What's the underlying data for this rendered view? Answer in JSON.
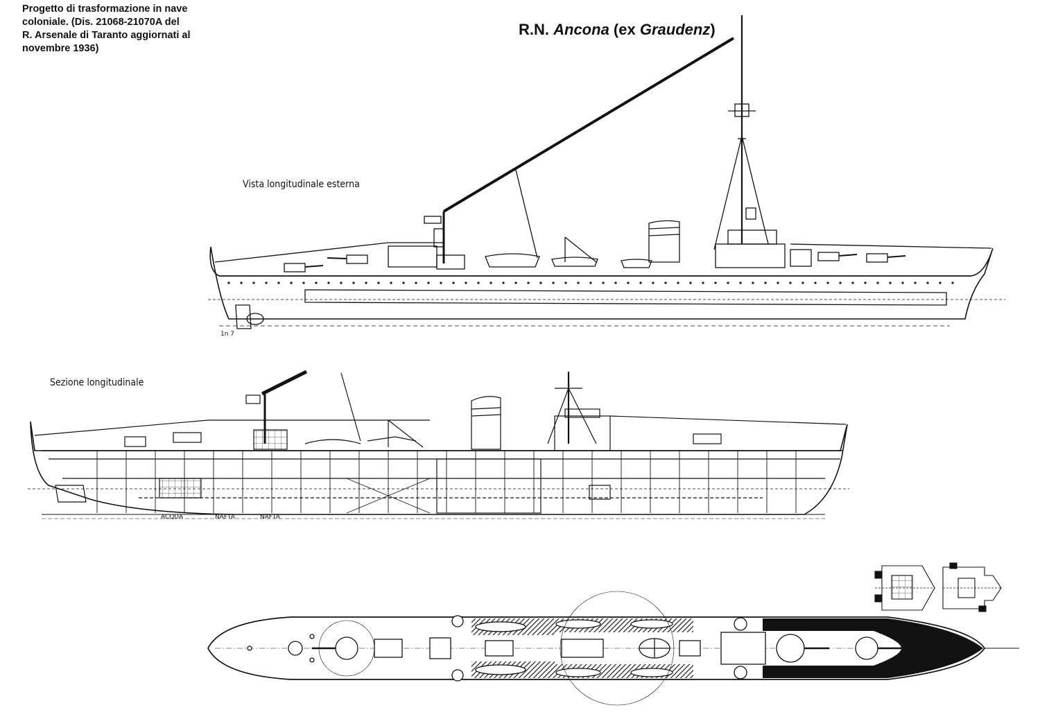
{
  "caption": {
    "line1": "Progetto di trasformazione in nave",
    "line2": "coloniale. (Dis. 21068-21070A del",
    "line3": "R. Arsenale di Taranto aggiornati al",
    "line4": "novembre 1936)"
  },
  "title": {
    "prefix": "R.N. ",
    "ship": "Ancona",
    "middle": " (ex ",
    "former": "Graudenz",
    "suffix": ")"
  },
  "views": {
    "external_label": "Vista longitudinale esterna",
    "section_label": "Sezione longitudinale"
  },
  "section_tags": {
    "acqua": "ACQUA",
    "nafta1": "NAFTA",
    "nafta2": "NAFTA"
  },
  "colors": {
    "ink": "#111111",
    "paper": "#ffffff",
    "hatch": "#2a2a2a"
  }
}
